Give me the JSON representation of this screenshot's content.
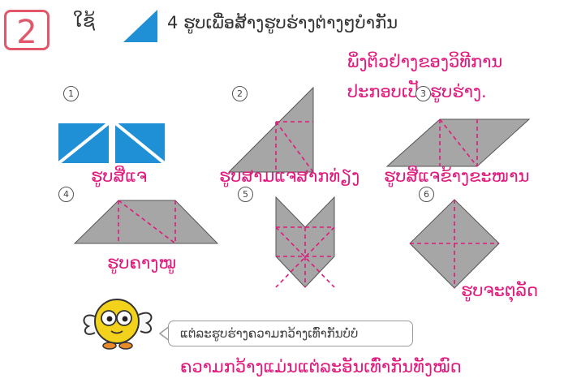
{
  "header": {
    "exercise_number": "2",
    "instruction_word": "ໃຊ້",
    "instruction_rest": "4 ຮູບເພື່ອສ້າງຮູບຮ່າງຕ່າງໆບໍາກັນ"
  },
  "handwritten_note": {
    "line1": "ພິ່ງຕິວຢ່າງຂອງວິທີການ",
    "line2": "ປະກອບເປັນຮູບຮ່າງ."
  },
  "figures": [
    {
      "number": "1",
      "label": "ຮູບສີ່ແຈ"
    },
    {
      "number": "2",
      "label": "ຮູບສາມແຈສາກທ່ຽງ"
    },
    {
      "number": "3",
      "label": "ຮູບສີ່ແຈຂ້າງຂະໜານ"
    },
    {
      "number": "4",
      "label": "ຮູບຄາງໝູ"
    },
    {
      "number": "5",
      "label": ""
    },
    {
      "number": "6",
      "label": "ຮູບຈະຕຸລັດ"
    }
  ],
  "speech_bubble": "ແຕ່ລະຮູບຮ່າງຄວາມກວ້າງເທົ່າກັນບໍ່ບໍ",
  "bottom_note": "ຄວາມກວ້າງແມ່ນແຕ່ລະອັນເທົ່າກັນທັງໝົດ",
  "colors": {
    "blue_tile": "#1f8fd6",
    "gray_shape": "#a6a6a6",
    "pink_ink": "#e0197d",
    "number_box": "#e0586a"
  }
}
